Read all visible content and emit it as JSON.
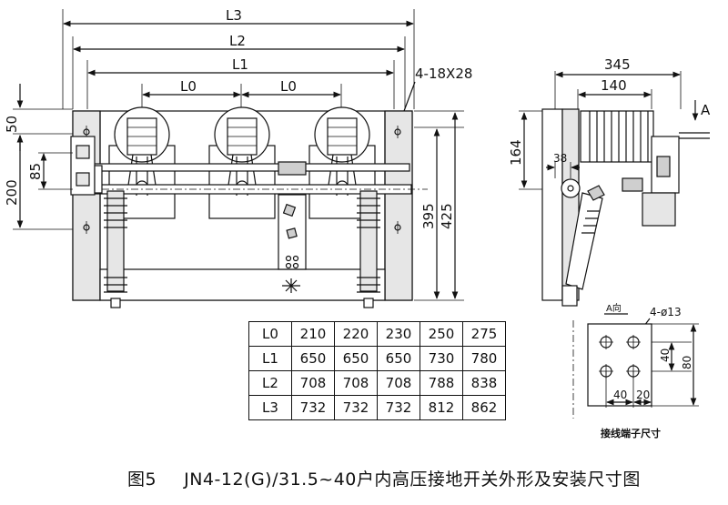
{
  "front_view": {
    "L3": "L3",
    "L2": "L2",
    "L1": "L1",
    "L0_left": "L0",
    "L0_right": "L0",
    "holes": "4-18X28",
    "dim_50": "50",
    "dim_200": "200",
    "dim_85": "85",
    "dim_395": "395",
    "dim_425": "425"
  },
  "side_view": {
    "dim_345": "345",
    "dim_140": "140",
    "dim_164": "164",
    "dim_38": "38",
    "arrow_label": "A"
  },
  "terminal_view": {
    "title": "A向",
    "holes": "4-ø13",
    "dim_40_v": "40",
    "dim_80": "80",
    "dim_40_h": "40",
    "dim_20": "20",
    "caption": "接线端子尺寸"
  },
  "table": {
    "rows": [
      {
        "label": "L0",
        "values": [
          "210",
          "220",
          "230",
          "250",
          "275"
        ]
      },
      {
        "label": "L1",
        "values": [
          "650",
          "650",
          "650",
          "730",
          "780"
        ]
      },
      {
        "label": "L2",
        "values": [
          "708",
          "708",
          "708",
          "788",
          "838"
        ]
      },
      {
        "label": "L3",
        "values": [
          "732",
          "732",
          "732",
          "812",
          "862"
        ]
      }
    ]
  },
  "caption": {
    "figure": "图5",
    "title": "JN4-12(G)/31.5~40户内高压接地开关外形及安装尺寸图"
  }
}
